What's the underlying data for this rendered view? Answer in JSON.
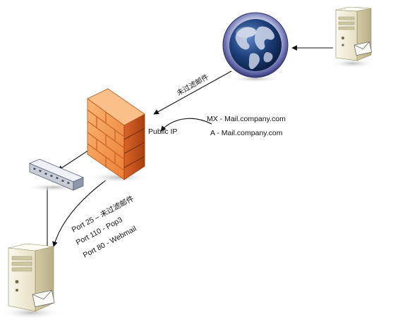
{
  "labels": {
    "unfiltered_mail": "未过滤邮件",
    "mx_record": "MX - Mail.company.com",
    "a_record": "A - Mail.company.com",
    "public_ip": "Public IP",
    "port25": "Port 25 – 未过滤邮件",
    "port110": "Port 110 - Pop3",
    "port80": "Port 80  - Webmail"
  },
  "icons": {
    "internet": "globe-icon",
    "external_server": "server-icon",
    "firewall": "firewall-icon",
    "switch": "switch-icon",
    "mail_server": "server-icon"
  },
  "colors": {
    "firewall_light": "#f7a35a",
    "firewall_dark": "#d2581a",
    "globe_ring": "#5a5f9e",
    "globe_ocean": "#1d3f7a",
    "server_body": "#f3eedc",
    "line": "#111111"
  }
}
